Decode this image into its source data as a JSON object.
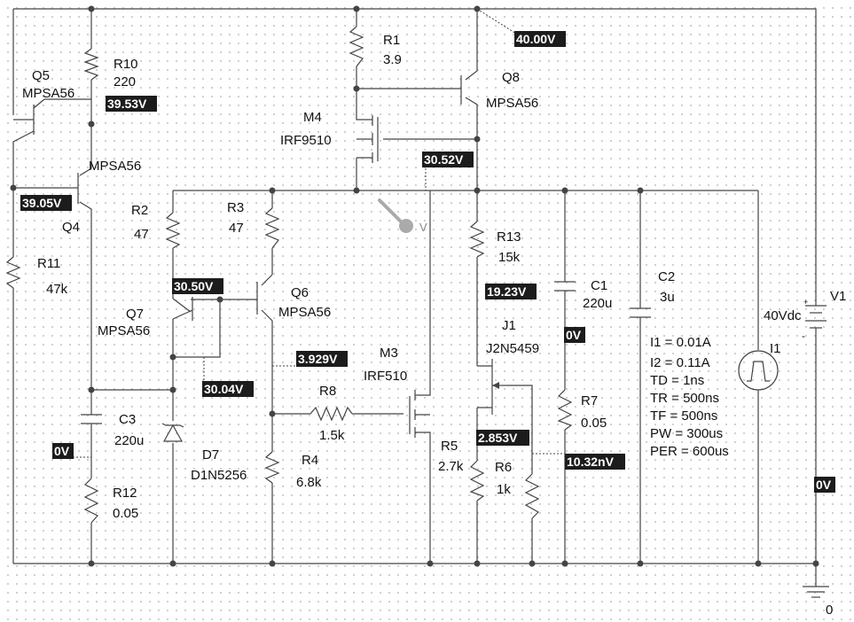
{
  "components": {
    "R1": {
      "ref": "R1",
      "value": "3.9"
    },
    "R2": {
      "ref": "R2",
      "value": "47"
    },
    "R3": {
      "ref": "R3",
      "value": "47"
    },
    "R4": {
      "ref": "R4",
      "value": "6.8k"
    },
    "R5": {
      "ref": "R5",
      "value": "2.7k"
    },
    "R6": {
      "ref": "R6",
      "value": "1k"
    },
    "R7": {
      "ref": "R7",
      "value": "0.05"
    },
    "R8": {
      "ref": "R8",
      "value": "1.5k"
    },
    "R10": {
      "ref": "R10",
      "value": "220"
    },
    "R11": {
      "ref": "R11",
      "value": "47k"
    },
    "R12": {
      "ref": "R12",
      "value": "0.05"
    },
    "R13": {
      "ref": "R13",
      "value": "15k"
    },
    "C1": {
      "ref": "C1",
      "value": "220u"
    },
    "C2": {
      "ref": "C2",
      "value": "3u"
    },
    "C3": {
      "ref": "C3",
      "value": "220u"
    },
    "Q4": {
      "ref": "Q4",
      "value": "MPSA56"
    },
    "Q5": {
      "ref": "Q5",
      "value": "MPSA56"
    },
    "Q6": {
      "ref": "Q6",
      "value": "MPSA56"
    },
    "Q7": {
      "ref": "Q7",
      "value": "MPSA56"
    },
    "Q8": {
      "ref": "Q8",
      "value": "MPSA56"
    },
    "M3": {
      "ref": "M3",
      "value": "IRF510"
    },
    "M4": {
      "ref": "M4",
      "value": "IRF9510"
    },
    "J1": {
      "ref": "J1",
      "value": "J2N5459"
    },
    "D7": {
      "ref": "D7",
      "value": "D1N5256"
    },
    "V1": {
      "ref": "V1",
      "value": "40Vdc",
      "plus": "+",
      "minus": "-"
    },
    "I1": {
      "ref": "I1",
      "params": [
        "I1 = 0.01A",
        "I2 = 0.11A",
        "TD = 1ns",
        "TR = 500ns",
        "TF = 500ns",
        "PW = 300us",
        "PER = 600us"
      ]
    }
  },
  "ground_label": "0",
  "probe_label": "V",
  "voltage_markers": {
    "top_rail": "40.00V",
    "q5_emitter": "39.53V",
    "q4_base": "39.05V",
    "m4_drain": "30.52V",
    "q7_emitter": "30.50V",
    "q7_collector": "30.04V",
    "m3_gate": "3.929V",
    "j1_drain": "19.23V",
    "c1_bottom": "0V",
    "c3_bottom": "0V",
    "j1_source": "2.853V",
    "r7_node": "10.32nV",
    "v1_minus": "0V"
  },
  "colors": {
    "wire": "#444444",
    "marker_bg": "#1c1c1c",
    "marker_text": "#ffffff",
    "probe": "#aaaaaa"
  }
}
